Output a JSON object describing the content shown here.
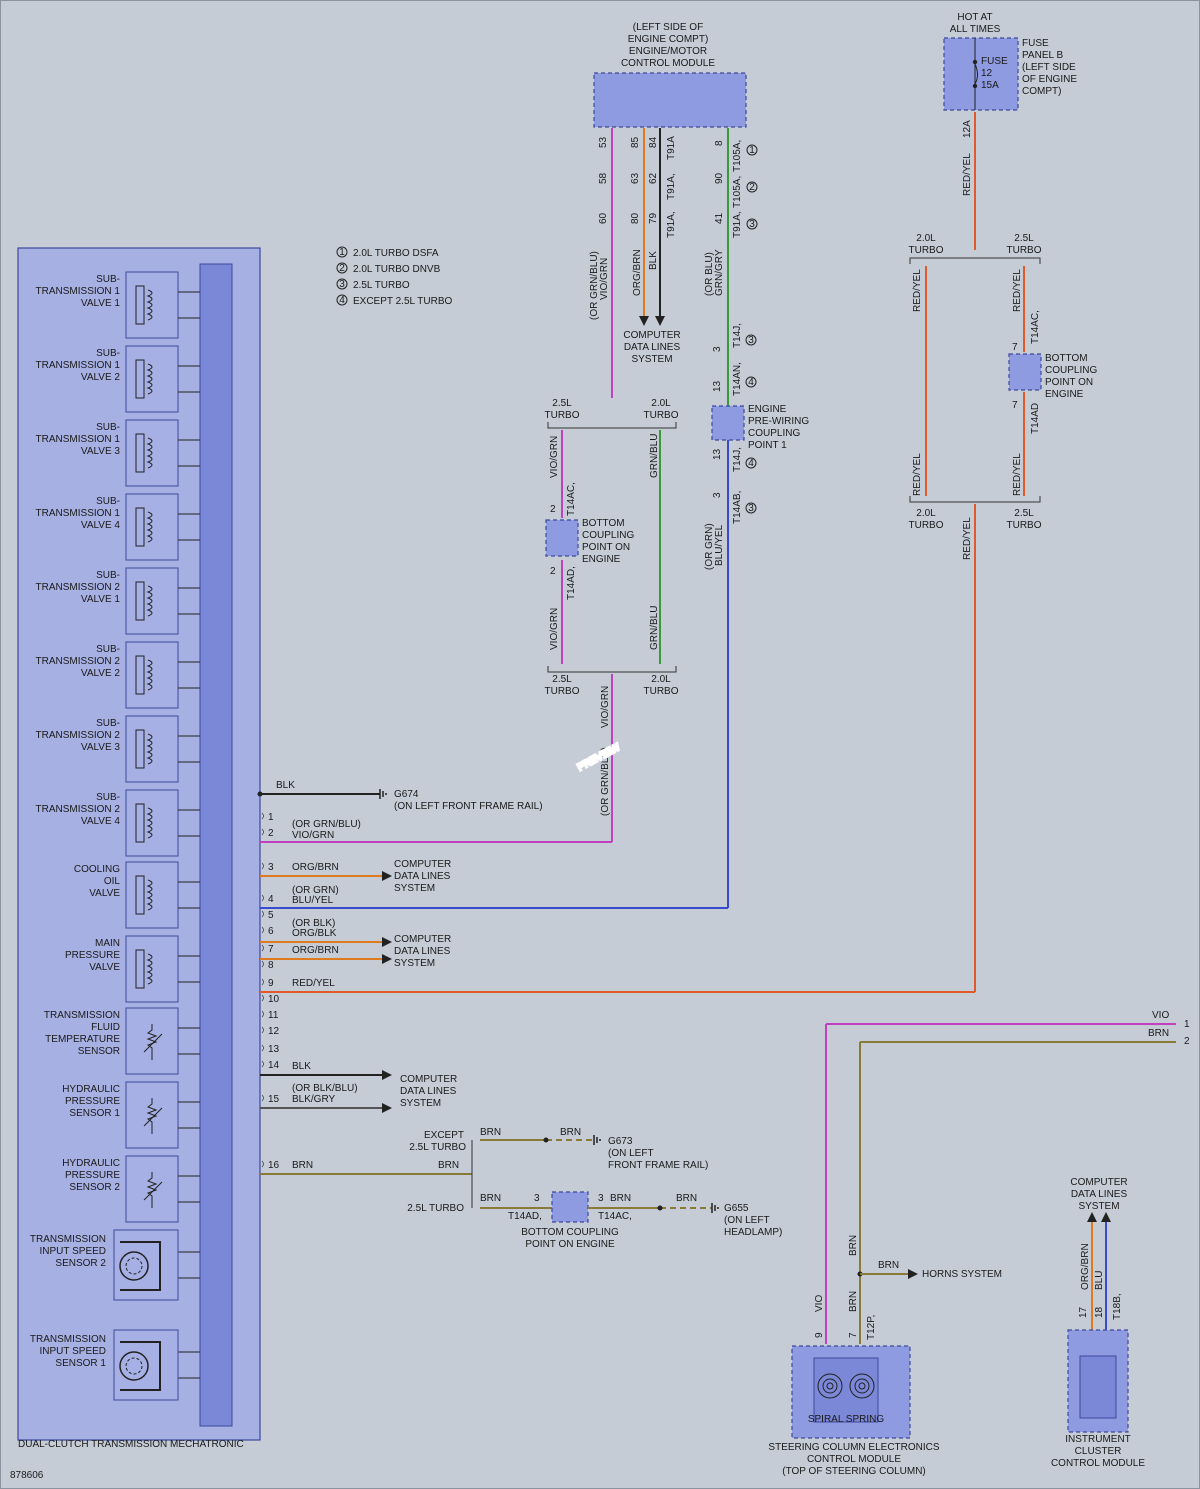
{
  "watermark": "PREVIEW",
  "diagram_id": "878606",
  "legend": [
    {
      "num": "1",
      "text": "2.0L TURBO DSFA"
    },
    {
      "num": "2",
      "text": "2.0L TURBO DNVB"
    },
    {
      "num": "3",
      "text": "2.5L TURBO"
    },
    {
      "num": "4",
      "text": "EXCEPT 2.5L TURBO"
    }
  ],
  "mechatronic": {
    "title": "DUAL-CLUTCH TRANSMISSION MECHATRONIC",
    "components": [
      [
        "SUB-",
        "TRANSMISSION 1",
        "VALVE 1"
      ],
      [
        "SUB-",
        "TRANSMISSION 1",
        "VALVE 2"
      ],
      [
        "SUB-",
        "TRANSMISSION 1",
        "VALVE 3"
      ],
      [
        "SUB-",
        "TRANSMISSION 1",
        "VALVE 4"
      ],
      [
        "SUB-",
        "TRANSMISSION 2",
        "VALVE 1"
      ],
      [
        "SUB-",
        "TRANSMISSION 2",
        "VALVE 2"
      ],
      [
        "SUB-",
        "TRANSMISSION 2",
        "VALVE 3"
      ],
      [
        "SUB-",
        "TRANSMISSION 2",
        "VALVE 4"
      ],
      [
        "COOLING",
        "OIL",
        "VALVE"
      ],
      [
        "MAIN",
        "PRESSURE",
        "VALVE"
      ],
      [
        "TRANSMISSION",
        "FLUID",
        "TEMPERATURE",
        "SENSOR"
      ],
      [
        "HYDRAULIC",
        "PRESSURE",
        "SENSOR 1"
      ],
      [
        "HYDRAULIC",
        "PRESSURE",
        "SENSOR 2"
      ],
      [
        "TRANSMISSION",
        "INPUT SPEED",
        "SENSOR 2"
      ],
      [
        "TRANSMISSION",
        "INPUT SPEED",
        "SENSOR 1"
      ]
    ],
    "pins": [
      "1",
      "2",
      "3",
      "4",
      "5",
      "6",
      "7",
      "8",
      "9",
      "10",
      "11",
      "12",
      "13",
      "14",
      "15",
      "16"
    ]
  },
  "ecm": {
    "label": [
      "(LEFT SIDE OF",
      "ENGINE COMPT)",
      "ENGINE/MOTOR",
      "CONTROL MODULE"
    ],
    "pins_row1": [
      "53",
      "85",
      "84",
      "8"
    ],
    "pins_row2": [
      "58",
      "63",
      "62",
      "90"
    ],
    "pins_row3": [
      "60",
      "80",
      "79",
      "41"
    ],
    "conn_row1": [
      "T91A",
      "T105A,"
    ],
    "conn_row2": [
      "T91A,",
      "T105A,"
    ],
    "conn_row3": [
      "T91A,",
      "T91A,"
    ],
    "wire_vio": "VIO/GRN",
    "wire_vio_alt": "(OR GRN/BLU)",
    "wire_org": "ORG/BRN",
    "wire_blk": "BLK",
    "wire_grn": "GRN/GRY",
    "wire_grn_alt": "(OR BLU)",
    "data_lines": [
      "COMPUTER",
      "DATA LINES",
      "SYSTEM"
    ]
  },
  "fuse": {
    "hot": [
      "HOT AT",
      "ALL TIMES"
    ],
    "name": "FUSE",
    "num": "12",
    "amp": "15A",
    "panel": [
      "FUSE",
      "PANEL B",
      "(LEFT SIDE",
      "OF ENGINE",
      "COMPT)"
    ],
    "pin": "12A",
    "wire": "RED/YEL"
  },
  "labels": {
    "turbo_20": [
      "2.0L",
      "TURBO"
    ],
    "turbo_25": [
      "2.5L",
      "TURBO"
    ],
    "bottom_coupling": [
      "BOTTOM",
      "COUPLING",
      "POINT ON",
      "ENGINE"
    ],
    "prewiring": [
      "ENGINE",
      "PRE-WIRING",
      "COUPLING",
      "POINT 1"
    ],
    "t14ac": "T14AC,",
    "t14ad": "T14AD,",
    "t14aj": "T14J,",
    "t14an": "T14AN,",
    "t14ab": "T14AB,",
    "t14ad_plain": "T14AD",
    "t14aj_plain": "T14J,",
    "vio_grn": "VIO/GRN",
    "grn_blu": "GRN/BLU",
    "blu_yel": "BLU/YEL",
    "or_grn": "(OR GRN)",
    "red_yel": "RED/YEL",
    "blk": "BLK",
    "g674": [
      "G674",
      "(ON LEFT FRONT FRAME RAIL)"
    ],
    "or_grn_blu": "(OR GRN/BLU)",
    "org_brn": "ORG/BRN",
    "or_blk": "(OR BLK)",
    "org_blk": "ORG/BLK",
    "or_blk_blu": "(OR BLK/BLU)",
    "blk_gry": "BLK/GRY",
    "brn": "BRN",
    "except_25": [
      "EXCEPT",
      "2.5L TURBO"
    ],
    "turbo25_line": "2.5L TURBO",
    "g673": [
      "G673",
      "(ON LEFT",
      "FRONT FRAME RAIL)"
    ],
    "g655": [
      "G655",
      "(ON LEFT",
      "HEADLAMP)"
    ],
    "bottom_coupling_line": [
      "BOTTOM COUPLING",
      "POINT ON ENGINE"
    ],
    "vio": "VIO",
    "horns": "HORNS SYSTEM",
    "t12p": "T12P,",
    "t18b": "T18B,",
    "blu": "BLU",
    "spiral": "SPIRAL SPRING",
    "steering": [
      "STEERING COLUMN ELECTRONICS",
      "CONTROL MODULE",
      "(TOP OF STEERING COLUMN)"
    ],
    "cluster": [
      "INSTRUMENT",
      "CLUSTER",
      "CONTROL MODULE"
    ]
  },
  "colors": {
    "vio": "#c040c0",
    "org": "#e07a20",
    "blk": "#222222",
    "grn": "#3a9a3a",
    "blu": "#3a4ad0",
    "red": "#e05a2a",
    "brn": "#8a7a3a"
  }
}
